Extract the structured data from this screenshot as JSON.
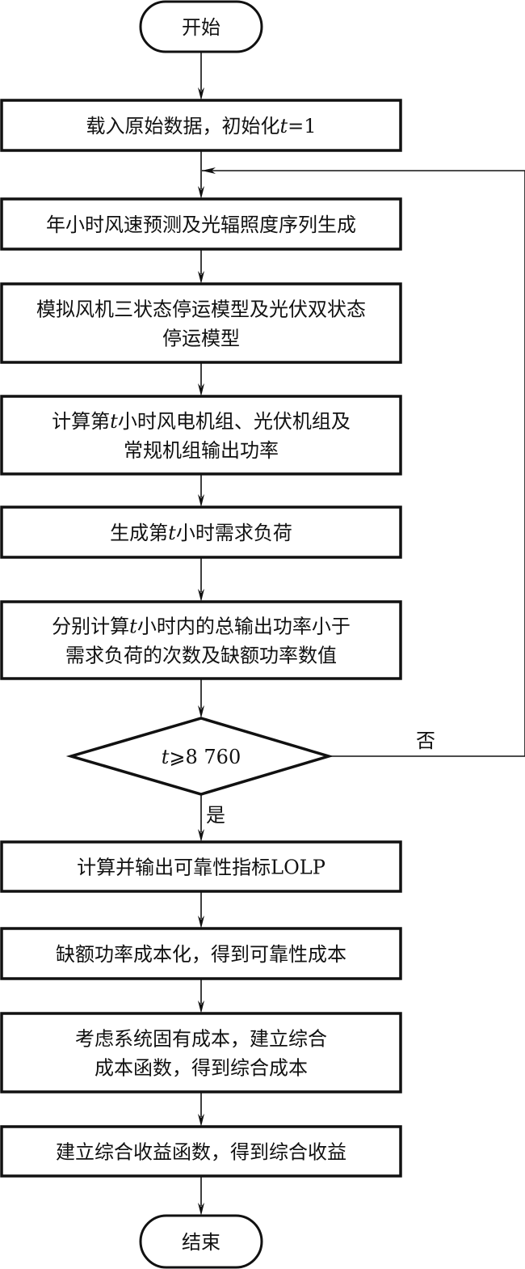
{
  "flowchart": {
    "start": {
      "label": "开始"
    },
    "end": {
      "label": "结束"
    },
    "steps": [
      {
        "id": "load-data",
        "lines": [
          [
            {
              "t": "载入原始数据，初始化"
            },
            {
              "t": "t",
              "i": true
            },
            {
              "t": "=1"
            }
          ]
        ]
      },
      {
        "id": "generate-series",
        "lines": [
          [
            {
              "t": "年小时风速预测及光辐照度序列生成"
            }
          ]
        ]
      },
      {
        "id": "simulate-outage",
        "lines": [
          [
            {
              "t": "模拟风机三状态停运模型及光伏双状态"
            }
          ],
          [
            {
              "t": "停运模型"
            }
          ]
        ]
      },
      {
        "id": "compute-output",
        "lines": [
          [
            {
              "t": "计算第"
            },
            {
              "t": "t",
              "i": true
            },
            {
              "t": "小时风电机组、光伏机组及"
            }
          ],
          [
            {
              "t": "常规机组输出功率"
            }
          ]
        ]
      },
      {
        "id": "generate-load",
        "lines": [
          [
            {
              "t": "生成第"
            },
            {
              "t": "t",
              "i": true
            },
            {
              "t": "小时需求负荷"
            }
          ]
        ]
      },
      {
        "id": "compute-shortage",
        "lines": [
          [
            {
              "t": "分别计算"
            },
            {
              "t": "t",
              "i": true
            },
            {
              "t": "小时内的总输出功率小于"
            }
          ],
          [
            {
              "t": "需求负荷的次数及缺额功率数值"
            }
          ]
        ]
      },
      {
        "id": "output-lolp",
        "lines": [
          [
            {
              "t": "计算并输出可靠性指标LOLP"
            }
          ]
        ]
      },
      {
        "id": "reliability-cost",
        "lines": [
          [
            {
              "t": "缺额功率成本化，得到可靠性成本"
            }
          ]
        ]
      },
      {
        "id": "composite-cost",
        "lines": [
          [
            {
              "t": "考虑系统固有成本，建立综合"
            }
          ],
          [
            {
              "t": "成本函数，得到综合成本"
            }
          ]
        ]
      },
      {
        "id": "composite-revenue",
        "lines": [
          [
            {
              "t": "建立综合收益函数，得到综合收益"
            }
          ]
        ]
      }
    ],
    "decision": {
      "condition": [
        {
          "t": "t",
          "i": true
        },
        {
          "t": "⩾8 760"
        }
      ],
      "yes_label": "是",
      "no_label": "否"
    }
  }
}
